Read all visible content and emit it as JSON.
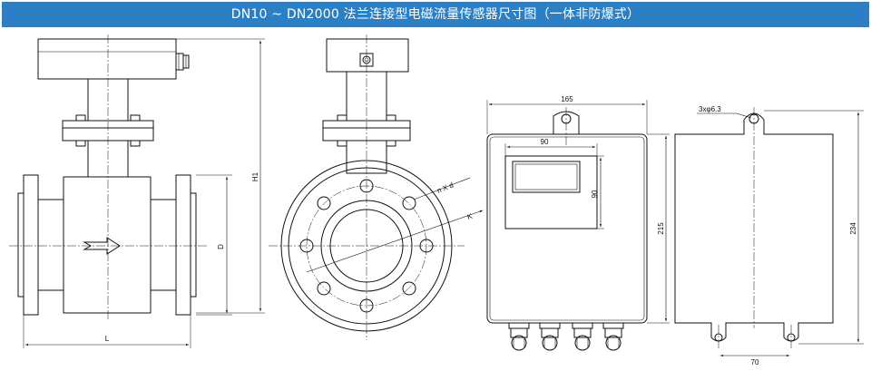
{
  "title": "DN10 ~ DN2000 法兰连接型电磁流量传感器尺寸图（一体非防爆式）",
  "side_view": {
    "label_h1": "H1",
    "label_d": "D",
    "label_l": "L"
  },
  "front_view": {
    "label_nxd": "n  X  d",
    "label_k": "K"
  },
  "box_front": {
    "dim_width": "165",
    "dim_window_w": "90",
    "dim_window_h": "90",
    "dim_height": "215"
  },
  "box_back": {
    "dim_holes": "3xφ6.3",
    "dim_height": "234",
    "dim_spacing": "70"
  }
}
